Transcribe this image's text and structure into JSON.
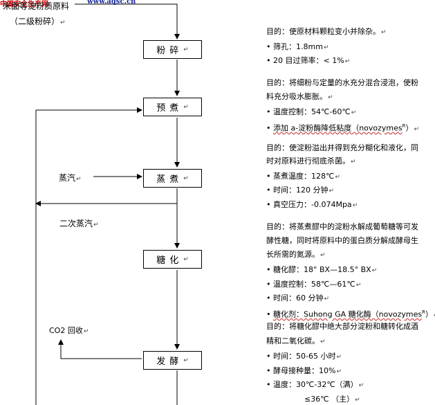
{
  "watermark": {
    "left": "中国安全生产网",
    "right": "www.aqsc.cn"
  },
  "source": {
    "line1": "米面等淀粉质原料",
    "line2": "（二级粉碎）"
  },
  "steps": [
    {
      "label": "粉碎"
    },
    {
      "label": "预煮"
    },
    {
      "label": "蒸煮"
    },
    {
      "label": "糖化"
    },
    {
      "label": "发酵"
    }
  ],
  "side_labels": {
    "steam": "蒸汽",
    "secondary_steam": "二次蒸汽",
    "co2": "CO2 回收"
  },
  "paragraph_mark": "↵",
  "notes": {
    "crush": {
      "purpose": "目的：使原材料颗粒变小并除杂。",
      "bullets": [
        "筛孔：1.8mm",
        "20 目过筛率：< 1%"
      ]
    },
    "precook": {
      "purpose1": "目的：将细粉与定量的水充分混合浸泡，使粉",
      "purpose2": "料充分吸水膨胀。",
      "bullets": [
        "温度控制：54℃-60℃",
        "添加 a-淀粉酶降低粘度（novozymes"
      ],
      "reg": "R",
      "close": "）"
    },
    "steam": {
      "purpose1": "目的：使淀粉溢出并得到充分糊化和液化，同",
      "purpose2": "时对原料进行彻底杀菌。",
      "bullets": [
        "蒸煮温度：128℃",
        "时间：120 分钟",
        "真空压力：-0.074Mpa"
      ]
    },
    "sacch": {
      "purpose1": "目的：将蒸煮醪中的淀粉水解成葡萄糖等可发",
      "purpose2": "酵性糖，同时将原料中的蛋白质分解成酵母生",
      "purpose3": "长所需的氮源。",
      "bullets": [
        "糖化醪：18° BX—18.5° BX",
        "温度控制：58℃—61℃",
        "时间：60 分钟",
        "糖化剂：Suhong GA 糖化酶（novozymes"
      ],
      "reg": "R",
      "close": "）"
    },
    "ferment": {
      "purpose1": "目的：将糖化醪中绝大部分淀粉和糖转化成酒",
      "purpose2": "精和二氧化碳。",
      "bullets": [
        "时间：50-65 小时",
        "酵母接种量：10%",
        "温度：30℃-32℃（满）"
      ],
      "tail": "≤36℃  （主）"
    }
  }
}
